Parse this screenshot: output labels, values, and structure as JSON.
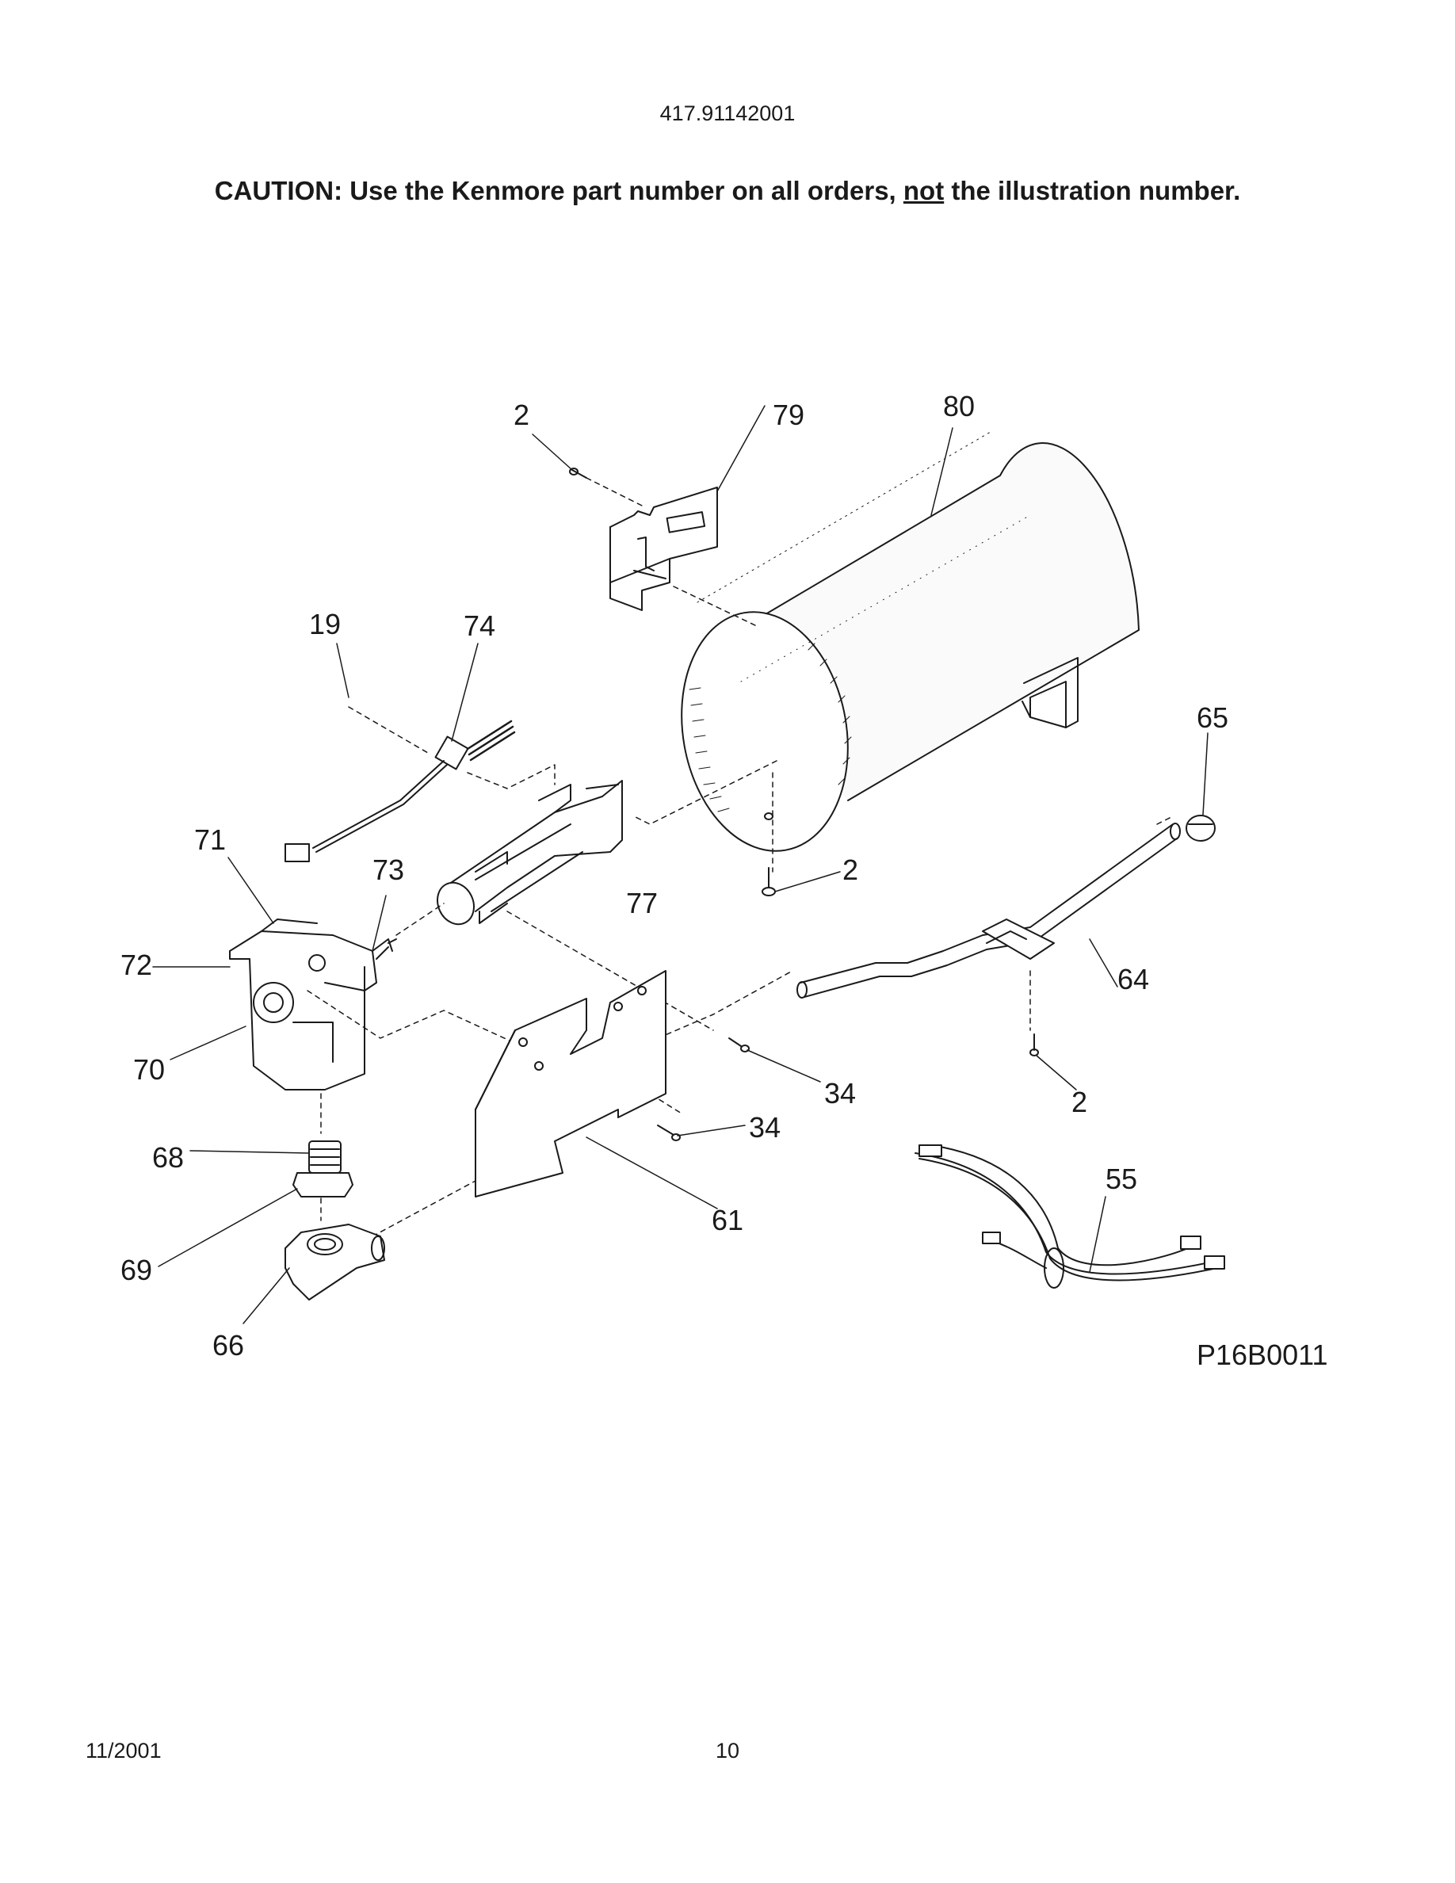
{
  "header": {
    "model_number": "417.91142001",
    "caution_prefix": "CAUTION: Use the Kenmore part number on all orders, ",
    "caution_emphasis": "not",
    "caution_suffix": " the illustration number."
  },
  "diagram": {
    "figure_code": "P16B0011",
    "callouts": {
      "c2_screw_top": "2",
      "c79": "79",
      "c80": "80",
      "c19": "19",
      "c74": "74",
      "c65": "65",
      "c71": "71",
      "c73": "73",
      "c2_screw_drum": "2",
      "c77": "77",
      "c72": "72",
      "c64": "64",
      "c70": "70",
      "c34_a": "34",
      "c2_screw_pipe": "2",
      "c34_b": "34",
      "c68": "68",
      "c55": "55",
      "c61": "61",
      "c69": "69",
      "c66": "66"
    }
  },
  "footer": {
    "date": "11/2001",
    "page": "10"
  }
}
